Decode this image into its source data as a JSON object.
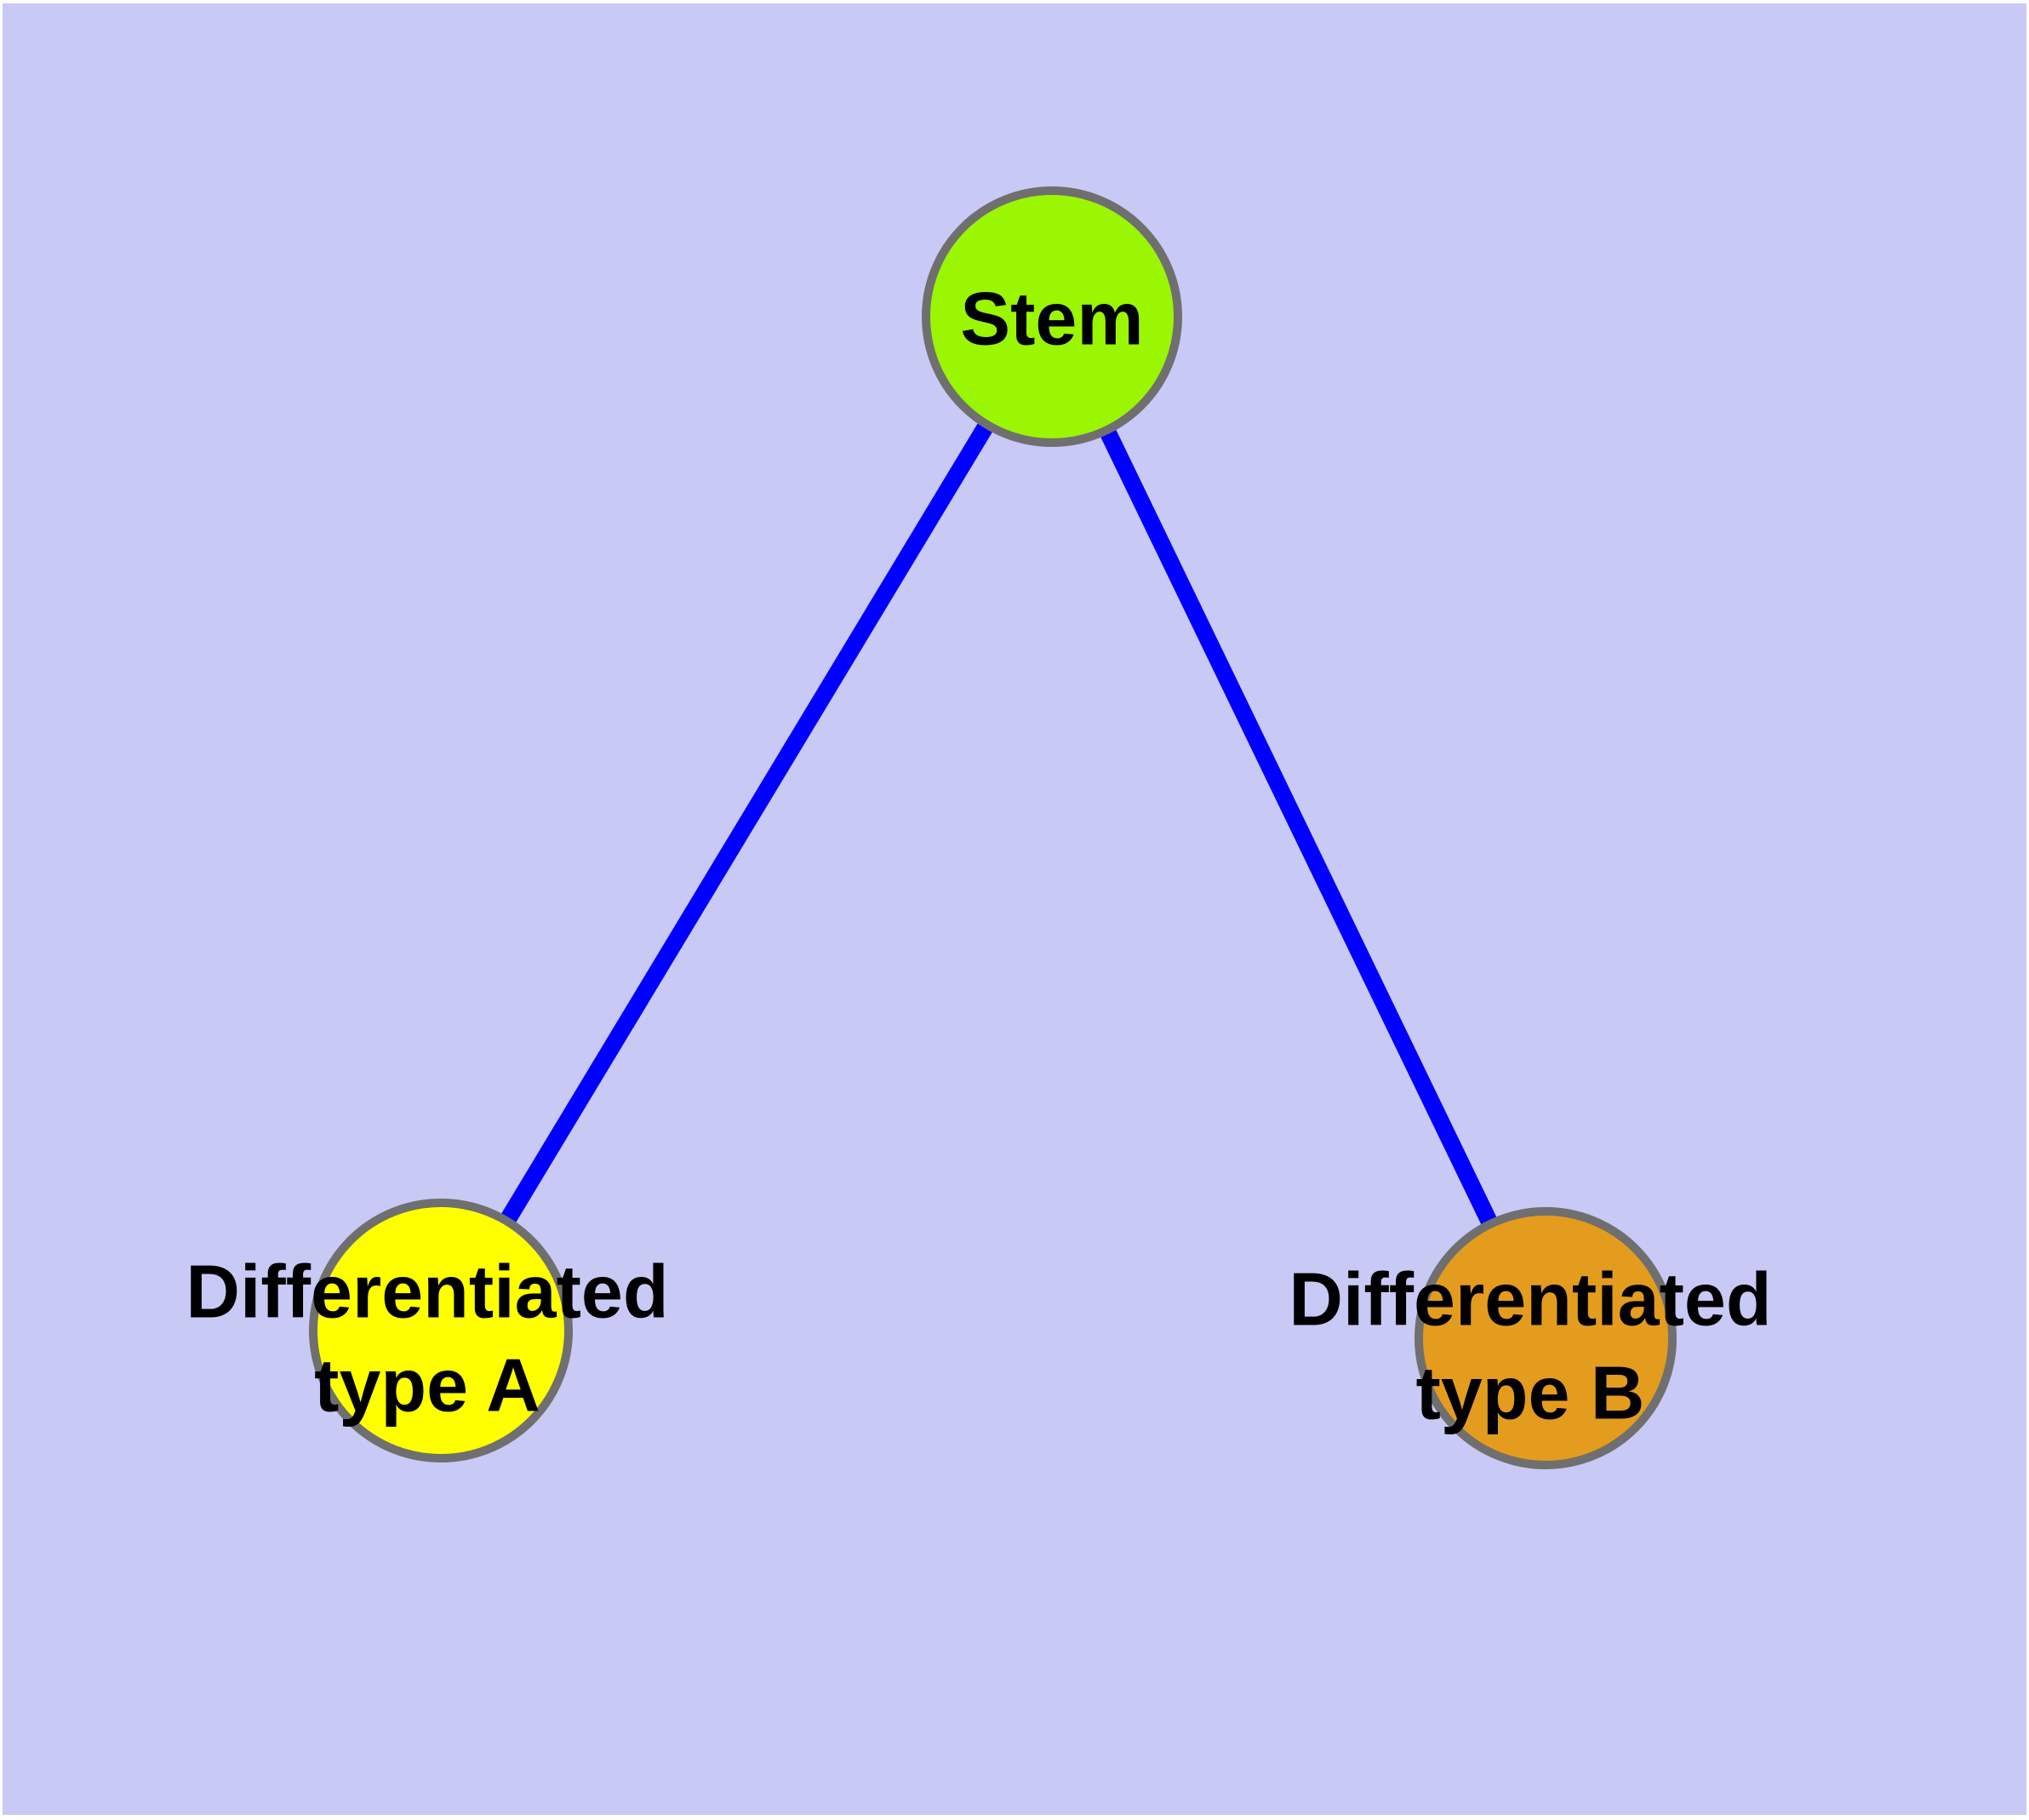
{
  "diagram": {
    "type": "graph",
    "description": "Cell differentiation tree: a Stem node connected to two differentiated cell type nodes",
    "background_color": "#c9c9f6",
    "edge_color": "#0000ff",
    "node_border_color": "#6f6f6f",
    "text_color": "#000000",
    "nodes": {
      "stem": {
        "label": "Stem",
        "fill": "#9af602"
      },
      "typeA": {
        "line1": "Differentiated",
        "line2": "type A",
        "fill": "#ffff00"
      },
      "typeB": {
        "line1": "Differentiated",
        "line2": "type B",
        "fill": "#e49c1e"
      }
    },
    "edges": [
      {
        "from": "Stem",
        "to": "Differentiated type A"
      },
      {
        "from": "Stem",
        "to": "Differentiated type B"
      }
    ]
  }
}
